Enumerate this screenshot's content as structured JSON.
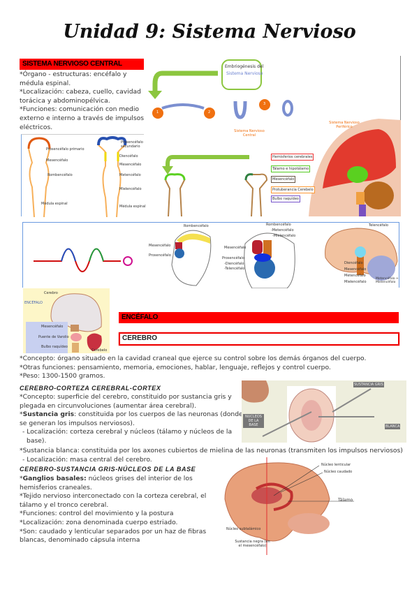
{
  "title": "Unidad 9: Sistema Nervioso",
  "snc": {
    "header": "SISTEMA NERVIOSO CENTRAL",
    "lines": [
      "*Órgano - estructuras: encéfalo y médula espinal.",
      "*Localización: cabeza, cuello, cavidad torácica y abdominopélvica.",
      "*Funciones: comunicación con medio externo e interno a través de impulsos eléctricos."
    ]
  },
  "fig_vesicles": {
    "left": [
      "Prosencéfalo primario",
      "Mesencéfalo",
      "Rombencéfalo",
      "Médula espinal"
    ],
    "right": [
      "Prosencéfalo secundario",
      "Diencéfalo",
      "Mesencéfalo",
      "Metencéfalo",
      "Mielencéfalo",
      "Médula espinal"
    ]
  },
  "fig_embryo": {
    "title": "Embriogénesis del",
    "title2": "Sistema Nervioso",
    "steps": [
      "1",
      "2",
      "3"
    ],
    "snc": "Sistema Nervioso Central",
    "snp": "Sistema Nervioso Periférico",
    "boxes": [
      "Hemisferios cerebrales",
      "Tálamo e hipotálamo",
      "Mesencéfalo",
      "Protuberancia Cerebelo",
      "Bulbo raquídeo"
    ]
  },
  "fig_embryos": {
    "a": [
      "Rombencéfalo",
      "Mesencéfalo",
      "Prosencéfalo"
    ],
    "b": [
      "Rombencéfalo",
      "-Metencéfalo",
      "-Mielencéfalo",
      "Mesencéfalo",
      "Prosencéfalo",
      "-Diencéfalo",
      "-Telencéfalo"
    ],
    "c": [
      "Telencéfalo",
      "Diencéfalo",
      "Mesencéfalo",
      "Metencéfalo",
      "Mielencéfalo",
      "Metencéfalo + Mielencéfalo"
    ]
  },
  "fig_encefalo": {
    "labels": [
      "Cerebro",
      "ENCÉFALO",
      "Mesencéfalo",
      "Puente de Varolio",
      "Bulbo raquídeo",
      "Cerebelo"
    ]
  },
  "encefalo": {
    "header": "ENCÉFALO",
    "cerebro": "CEREBRO"
  },
  "cerebro_lines": [
    "*Concepto: órgano situado en la cavidad craneal que ejerce su control sobre los demás órganos del cuerpo.",
    "*Otras funciones: pensamiento, memoria, emociones, hablar, lenguaje, reflejos y control cuerpo.",
    "*Peso: 1300-1500 gramos."
  ],
  "cortex": {
    "heading": "CEREBRO-CORTEZA CEREBRAL-CORTEX",
    "l1": "*Concepto: superficie del cerebro, constituido por sustancia gris y plegada en circunvoluciones (aumentar área cerebral).",
    "gris_bold": "Sustancia gris",
    "gris_rest": ": constituida por los cuerpos de las neuronas (donde se generan los impulsos nerviosos).",
    "gris_loc": "- Localización: corteza cerebral y núcleos (tálamo y núcleos de la base).",
    "blanca": "*Sustancia blanca: constituida por los axones cubiertos de mielina de las neuronas (transmiten los impulsos nerviosos)",
    "blanca_loc": "- Localización: masa central del cerebro."
  },
  "fig_slice": {
    "labels": [
      "SUSTANCIA GRIS",
      "NUCLEOS DE LA BASE",
      "BLANCA"
    ]
  },
  "nucleos": {
    "heading": "CEREBRO-SUSTANCIA GRIS-NÚCLEOS DE LA BASE",
    "g_bold": "Ganglios basales:",
    "g_rest": " núcleos grises del interior de los hemisferios craneales.",
    "lines": [
      "*Tejido nervioso interconectado con la corteza cerebral, el tálamo y el tronco cerebral.",
      "*Funciones: control del movimiento y la postura",
      "*Localización: zona denominada cuerpo estriado.",
      "*Son: caudado y lenticular separados por un haz de fibras blancas, denominado cápsula interna"
    ]
  },
  "fig_basal": {
    "labels": [
      "Núcleo lenticular",
      "Núcleo caudado",
      "Tálamo",
      "Núcleo subtalámico",
      "Sustancia negra (en el mesencéfalo)"
    ]
  },
  "colors": {
    "accent_red": "#ff0000",
    "green": "#8cc63f",
    "brain": "#e8a07a"
  }
}
